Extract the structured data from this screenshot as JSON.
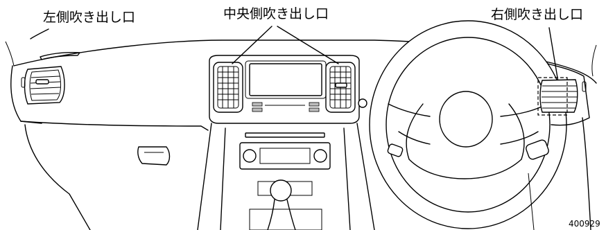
{
  "labels": {
    "left_vent": "左側吹き出し口",
    "center_vent": "中央側吹き出し口",
    "right_vent": "右側吹き出し口",
    "figure_code": "400929"
  }
}
